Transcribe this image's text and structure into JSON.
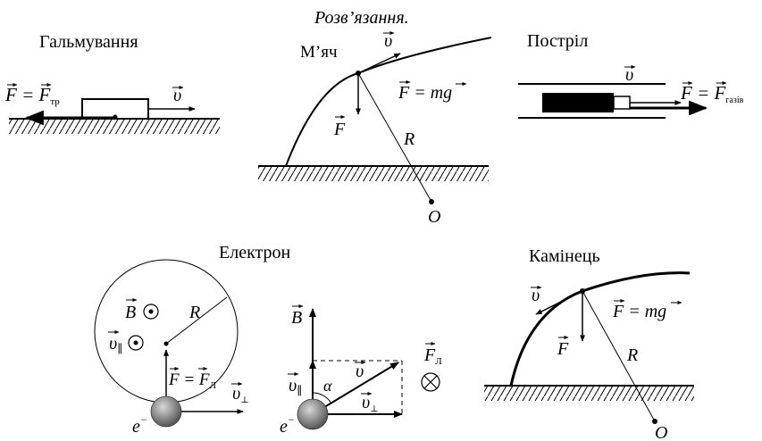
{
  "heading": "Розв’язання.",
  "panels": {
    "braking": {
      "title": "Гальмування",
      "force_label": "F = F",
      "force_sub": "тр",
      "velocity_label": "υ"
    },
    "ball": {
      "title": "М’яч",
      "velocity_label": "υ",
      "force_label": "F",
      "force_eq": "F = mg",
      "radius_label": "R",
      "center_label": "O"
    },
    "shot": {
      "title": "Постріл",
      "velocity_label": "υ",
      "force_label": "F = F",
      "force_sub": "газів"
    },
    "electron": {
      "title": "Електрон",
      "b_label": "B",
      "v_par_label": "υ",
      "v_par_sub": "∥",
      "radius_label": "R",
      "force_label": "F = F",
      "force_sub": "Л",
      "v_perp_label": "υ",
      "v_perp_sub": "⊥",
      "electron_label": "e",
      "electron_sup": "−",
      "b_label_2": "B",
      "v_par_label_2": "υ",
      "v_par_sub_2": "∥",
      "alpha_label": "α",
      "v_label_2": "υ",
      "v_perp_label_2": "υ",
      "v_perp_sub_2": "⊥",
      "electron_label_2": "e",
      "electron_sup_2": "−",
      "lorentz_label": "F",
      "lorentz_sub": "Л"
    },
    "stone": {
      "title": "Камінець",
      "velocity_label": "υ",
      "force_eq": "F = mg",
      "force_label": "F",
      "radius_label": "R",
      "center_label": "O"
    }
  }
}
